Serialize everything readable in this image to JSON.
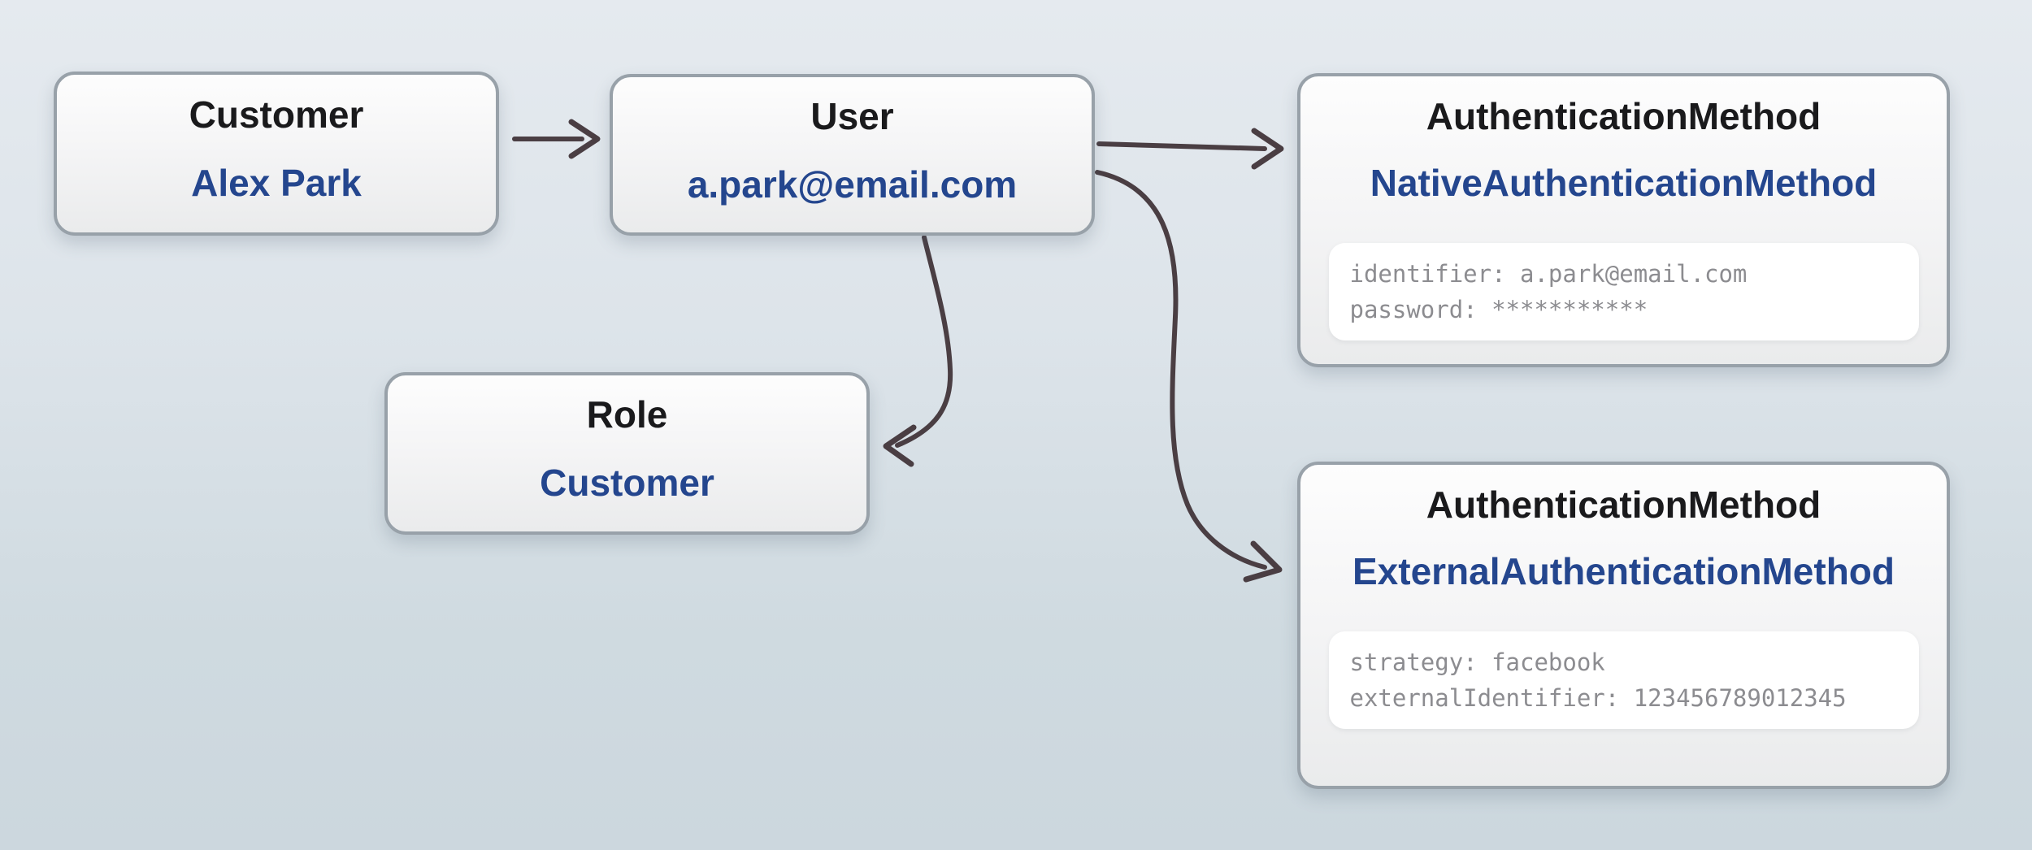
{
  "diagram": {
    "nodes": {
      "customer": {
        "title": "Customer",
        "value": "Alex Park"
      },
      "user": {
        "title": "User",
        "value": "a.park@email.com"
      },
      "native_auth": {
        "title": "AuthenticationMethod",
        "value": "NativeAuthenticationMethod",
        "attributes": [
          "identifier: a.park@email.com",
          "password: ***********"
        ]
      },
      "role": {
        "title": "Role",
        "value": "Customer"
      },
      "external_auth": {
        "title": "AuthenticationMethod",
        "value": "ExternalAuthenticationMethod",
        "attributes": [
          "strategy: facebook",
          "externalIdentifier: 123456789012345"
        ]
      }
    },
    "edges": [
      {
        "from": "customer",
        "to": "user"
      },
      {
        "from": "user",
        "to": "native_auth"
      },
      {
        "from": "user",
        "to": "role"
      },
      {
        "from": "user",
        "to": "external_auth"
      }
    ],
    "colors": {
      "background_top": "#e5eaef",
      "background_bottom": "#ccd7de",
      "box_border": "#98a1a9",
      "box_fill": "#f6f6f7",
      "inner_box_fill": "#ffffff",
      "title_text": "#1a1a1c",
      "value_text": "#24468e",
      "attribute_text": "#8c8c90",
      "arrow": "#4a3e43"
    }
  }
}
